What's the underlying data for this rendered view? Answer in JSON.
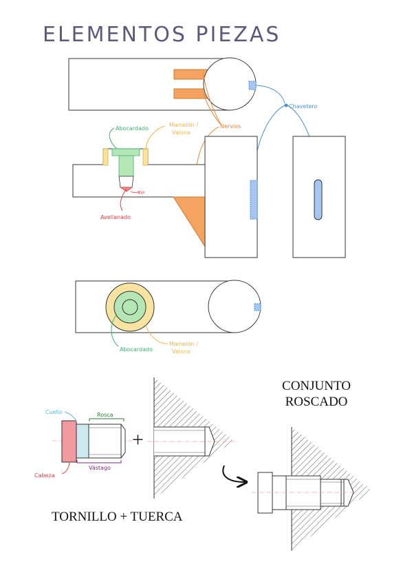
{
  "title": "ELEMENTOS   PIEZAS",
  "labels": {
    "abocardado": "Abocardado",
    "mamelon_line1": "Mamelón /",
    "mamelon_line2": "Valona",
    "nervios": "Nervios",
    "chavetero": "Chavetero",
    "avellanado": "Avellanado",
    "angle": "45º",
    "abocardado_bottom": "Abocardado",
    "mamelon_bottom_line1": "Mamelón /",
    "mamelon_bottom_line2": "Valona",
    "cuello": "Cuello",
    "rosca": "Rosca",
    "cabeza": "Cabeza",
    "vastago": "Vástago",
    "plus": "+",
    "conjunto_line1": "CONJUNTO",
    "conjunto_line2": "ROSCADO",
    "caption": "TORNILLO  +  TUERCA"
  },
  "colors": {
    "title": "#5a5a7a",
    "orange": "#f4a460",
    "orange_text": "#e8822a",
    "green": "#b5e6b5",
    "green_text": "#3cb371",
    "yellow": "#f9e3a0",
    "yellow_text": "#e8b84a",
    "blue": "#a7c7f0",
    "blue_text": "#4a90d9",
    "red": "#f28b8b",
    "red_text": "#e03c3c",
    "pink": "#f29aa0",
    "cyan": "#cde9f0",
    "cyan_text": "#5bb8d8",
    "purple_text": "#7a2a8a",
    "dark_green_text": "#2e7d32",
    "line": "#333333"
  }
}
